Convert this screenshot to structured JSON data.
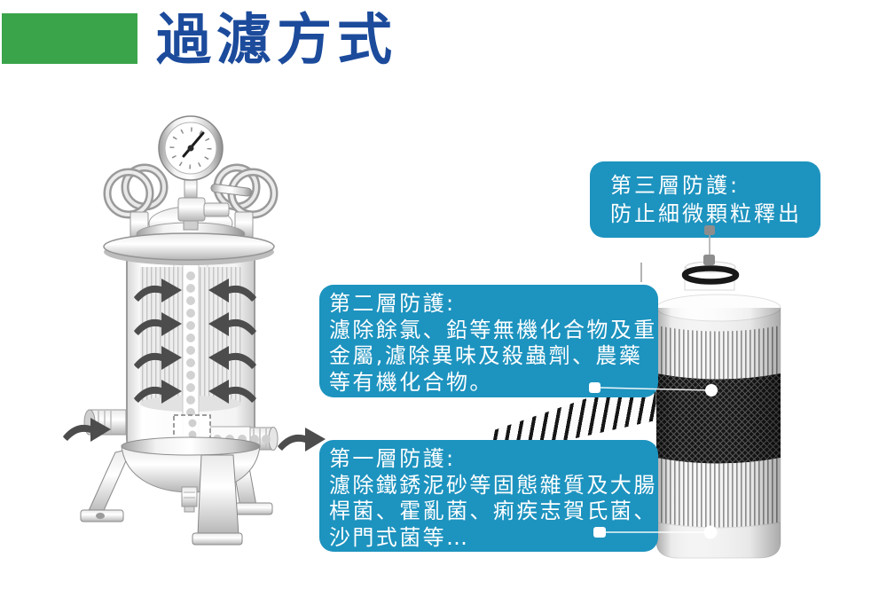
{
  "header": {
    "title": "過濾方式"
  },
  "callouts": {
    "third": {
      "title": "第三層防護:",
      "lines": [
        "防止細微顆粒釋出"
      ]
    },
    "second": {
      "title": "第二層防護:",
      "lines": [
        "濾除餘氯、鉛等無機化合物及重",
        "金屬,濾除異味及殺蟲劑、農藥",
        "等有機化合物。"
      ]
    },
    "first": {
      "title": "第一層防護:",
      "lines": [
        "濾除鐵銹泥砂等固態雜質及大腸",
        "桿菌、霍亂菌、痢疾志賀氏菌、",
        "沙門式菌等…"
      ]
    }
  },
  "colors": {
    "accent_green": "#3aa44a",
    "title_blue": "#1c4b9c",
    "callout_bg": "#1d93bf",
    "arrow_gray": "#4c4c4c"
  }
}
